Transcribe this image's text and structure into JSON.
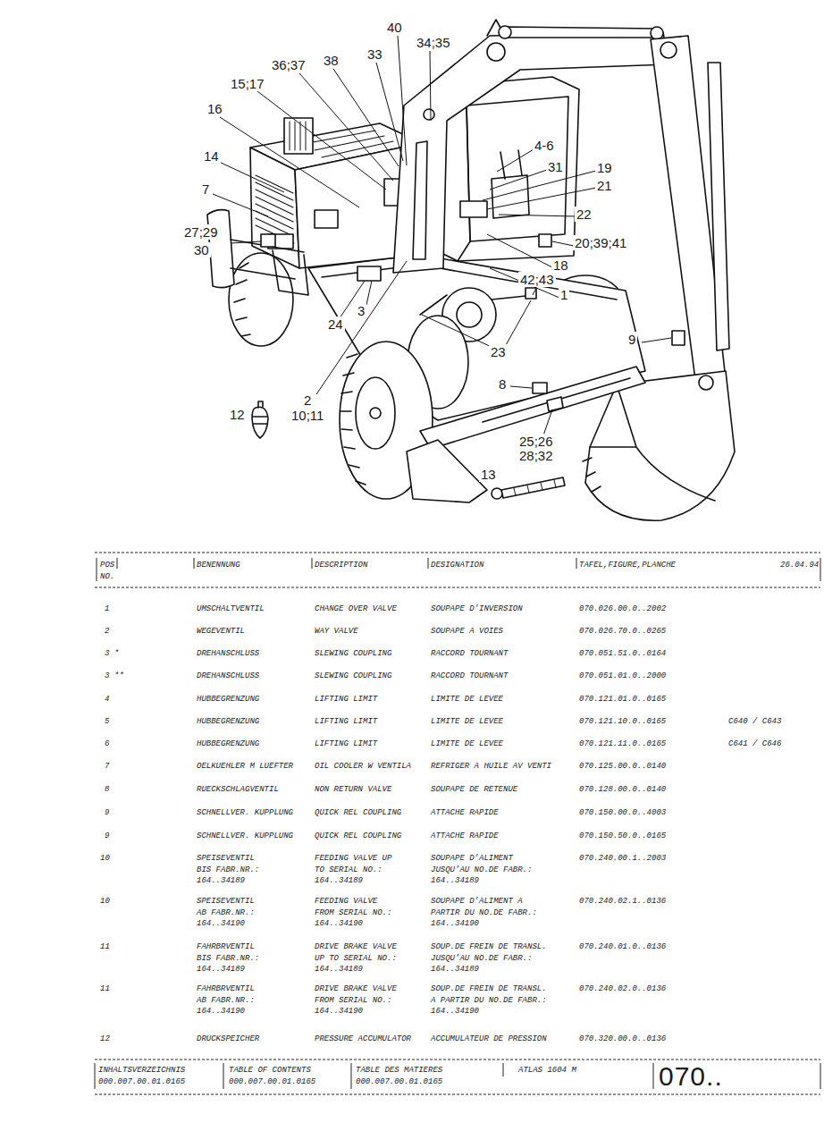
{
  "diagram": {
    "labels": [
      "40",
      "34;35",
      "36;37",
      "38",
      "33",
      "15;17",
      "16",
      "14",
      "7",
      "4-6",
      "31",
      "19",
      "21",
      "22",
      "27;29",
      "30",
      "20;39;41",
      "18",
      "42;43",
      "1",
      "24",
      "3",
      "23",
      "9",
      "8",
      "2",
      "10;11",
      "12",
      "25;26",
      "28;32",
      "13",
      "POS NO.",
      "BENENNUNG",
      "DESCRIPTION",
      "DESIGNATION",
      "TAFEL,FIGURE,PLANCHE",
      "26.04.94",
      "1",
      "UMSCHALTVENTIL",
      "CHANGE OVER VALVE",
      "SOUPAPE D'INVERSION",
      "070.026.00.0..2002",
      "2",
      "WEGEVENTIL",
      "WAY VALVE",
      "SOUPAPE A VOIES",
      "070.026.70.0..0265",
      "3 *",
      "DREHANSCHLUSS",
      "SLEWING COUPLING",
      "RACCORD TOURNANT",
      "070.051.51.0..0164",
      "3 **",
      "DREHANSCHLUSS",
      "SLEWING COUPLING",
      "RACCORD TOURNANT",
      "070.051.01.0..2000",
      "4",
      "HUBBEGRENZUNG",
      "LIFTING LIMIT",
      "LIMITE DE LEVEE",
      "070.121.01.0..0165",
      "5",
      "HUBBEGRENZUNG",
      "LIFTING LIMIT",
      "LIMITE DE LEVEE",
      "070.121.10.0..0165",
      "C640 / C643",
      "6",
      "HUBBEGRENZUNG",
      "LIFTING LIMIT",
      "LIMITE DE LEVEE",
      "070.121.11.0..0165",
      "C641 / C646",
      "7",
      "OELKUEHLER M LUEFTER",
      "OIL COOLER W VENTILA",
      "REFRIGER A HUILE AV VENTI",
      "070.125.00.0..0140",
      "8",
      "RUECKSCHLAGVENTIL",
      "NON RETURN VALVE",
      "SOUPAPE DE RETENUE",
      "070.128.00.0..0140",
      "9",
      "SCHNELLVER. KUPPLUNG",
      "QUICK REL COUPLING",
      "ATTACHE RAPIDE",
      "070.150.00.0..4003",
      "9",
      "SCHNELLVER. KUPPLUNG",
      "QUICK REL COUPLING",
      "ATTACHE RAPIDE",
      "070.150.50.0..0165",
      "10",
      "SPEISEVENTIL BIS FABR.NR.: 164..34189",
      "FEEDING VALVE UP TO SERIAL NO.: 164..34189",
      "SOUPAPE D'ALIMENT JUSQU'AU NO.DE FABR.: 164..34189",
      "070.240.00.1..2003",
      "10",
      "SPEISEVENTIL AB FABR.NR.: 164..34190",
      "FEEDING VALVE FROM SERIAL NO.: 164..34190",
      "SOUPAPE D'ALIMENT A PARTIR DU NO.DE FABR.: 164..34190",
      "070.240.02.1..0136",
      "11",
      "FAHRBRVENTIL BIS FABR.NR.: 164..34189",
      "DRIVE BRAKE VALVE UP TO SERIAL NO.: 164..34189",
      "SOUP.DE FREIN DE TRANSL. JUSQU'AU NO.DE FABR.: 164..34189",
      "070.240.01.0..0136",
      "11",
      "FAHRBRVENTIL AB FABR.NR.: 164..34190",
      "DRIVE BRAKE VALVE FROM SERIAL NO.: 164..34190",
      "SOUP.DE FREIN DE TRANSL. A PARTIR DU NO.DE FABR.: 164..34190",
      "070.240.02.0..0136",
      "12",
      "DRUCKSPEICHER",
      "PRESSURE ACCUMULATOR",
      "ACCUMULATEUR DE PRESSION",
      "070.320.00.0..0136",
      "INHALTSVERZEICHNIS 000.007.00.01.0165",
      "TABLE OF CONTENTS 000.007.00.01.0165",
      "TABLE DES MATIERES 000.007.00.01.0165",
      "ATLAS 1604 M",
      "070.."
    ]
  }
}
